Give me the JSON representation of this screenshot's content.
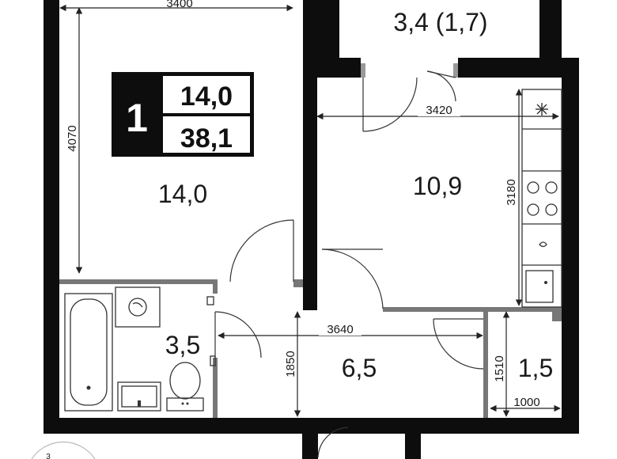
{
  "summary": {
    "rooms": "1",
    "living_area": "14,0",
    "total_area": "38,1"
  },
  "rooms": {
    "living_room_area": "14,0",
    "kitchen_area": "10,9",
    "bathroom_area": "3,5",
    "hallway_area": "6,5",
    "closet_area": "1,5",
    "balcony_area": "3,4 (1,7)"
  },
  "dimensions": {
    "living_width": "3400",
    "living_depth": "4070",
    "kitchen_width": "3420",
    "kitchen_depth": "3180",
    "hallway_width": "3640",
    "hallway_depth": "1850",
    "closet_depth": "1510",
    "closet_width": "1000"
  },
  "compass_label": "3"
}
